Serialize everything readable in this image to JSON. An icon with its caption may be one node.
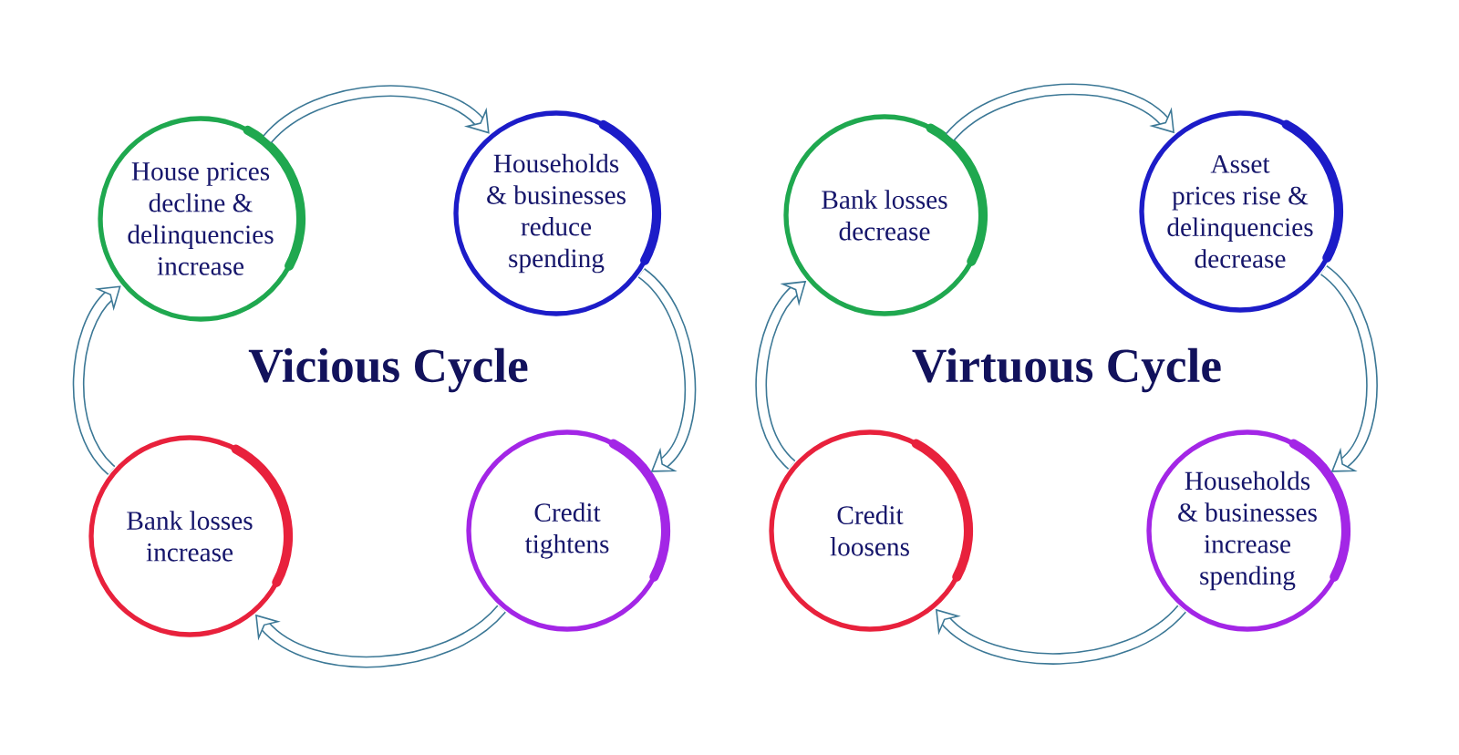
{
  "diagram": {
    "nodes": [
      {
        "text": [
          "House prices decline & delinquencies increase"
        ]
      },
      {
        "text": [
          "Households & businesses reduce spending"
        ]
      },
      {
        "text": [
          "Bank losses increase"
        ]
      },
      {
        "text": [
          "Credit tightens"
        ]
      },
      {
        "text": [
          "Bank losses decrease"
        ]
      },
      {
        "text": [
          "Asset prices rise & delinquencies decrease"
        ]
      },
      {
        "text": [
          "Credit loosens"
        ]
      },
      {
        "text": [
          "Households & businesses increase spending"
        ]
      }
    ],
    "edges": [
      {
        "from": 0,
        "to": 1,
        "arrow": "to"
      },
      {
        "from": 1,
        "to": 3,
        "arrow": "to"
      },
      {
        "from": 3,
        "to": 2,
        "arrow": "to"
      },
      {
        "from": 2,
        "to": 0,
        "arrow": "to"
      },
      {
        "from": 4,
        "to": 5,
        "arrow": "to"
      },
      {
        "from": 5,
        "to": 7,
        "arrow": "to"
      },
      {
        "from": 7,
        "to": 6,
        "arrow": "to"
      },
      {
        "from": 6,
        "to": 4,
        "arrow": "to"
      }
    ],
    "labels": [
      "Vicious Cycle",
      "Virtuous Cycle"
    ]
  }
}
